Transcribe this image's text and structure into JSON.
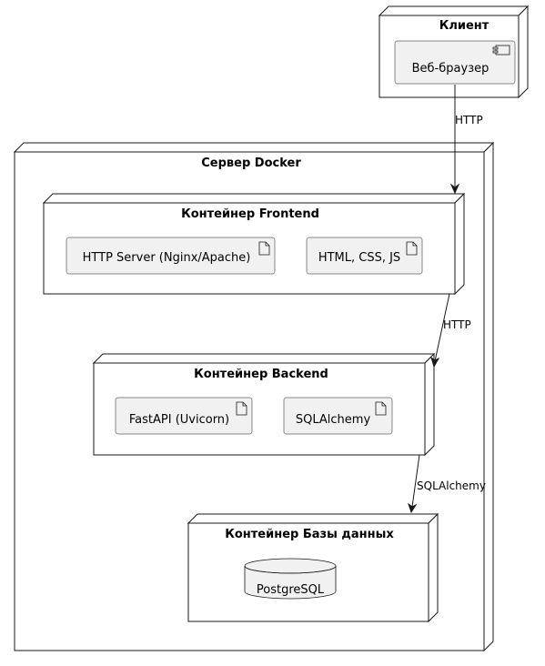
{
  "nodes": {
    "client": {
      "title": "Клиент",
      "component": "Веб-браузер"
    },
    "server": {
      "title": "Сервер Docker"
    },
    "frontend": {
      "title": "Контейнер Frontend",
      "artifacts": [
        "HTTP Server (Nginx/Apache)",
        "HTML, CSS, JS"
      ]
    },
    "backend": {
      "title": "Контейнер Backend",
      "artifacts": [
        "FastAPI (Uvicorn)",
        "SQLAlchemy"
      ]
    },
    "database": {
      "title": "Контейнер Базы данных",
      "storage": "PostgreSQL"
    }
  },
  "edges": [
    {
      "from": "client",
      "to": "frontend",
      "label": "HTTP"
    },
    {
      "from": "frontend",
      "to": "backend",
      "label": "HTTP"
    },
    {
      "from": "backend",
      "to": "database",
      "label": "SQLAlchemy"
    }
  ],
  "colors": {
    "stroke": "#181818",
    "artifact_fill": "#f1f1f1",
    "background": "#ffffff"
  }
}
